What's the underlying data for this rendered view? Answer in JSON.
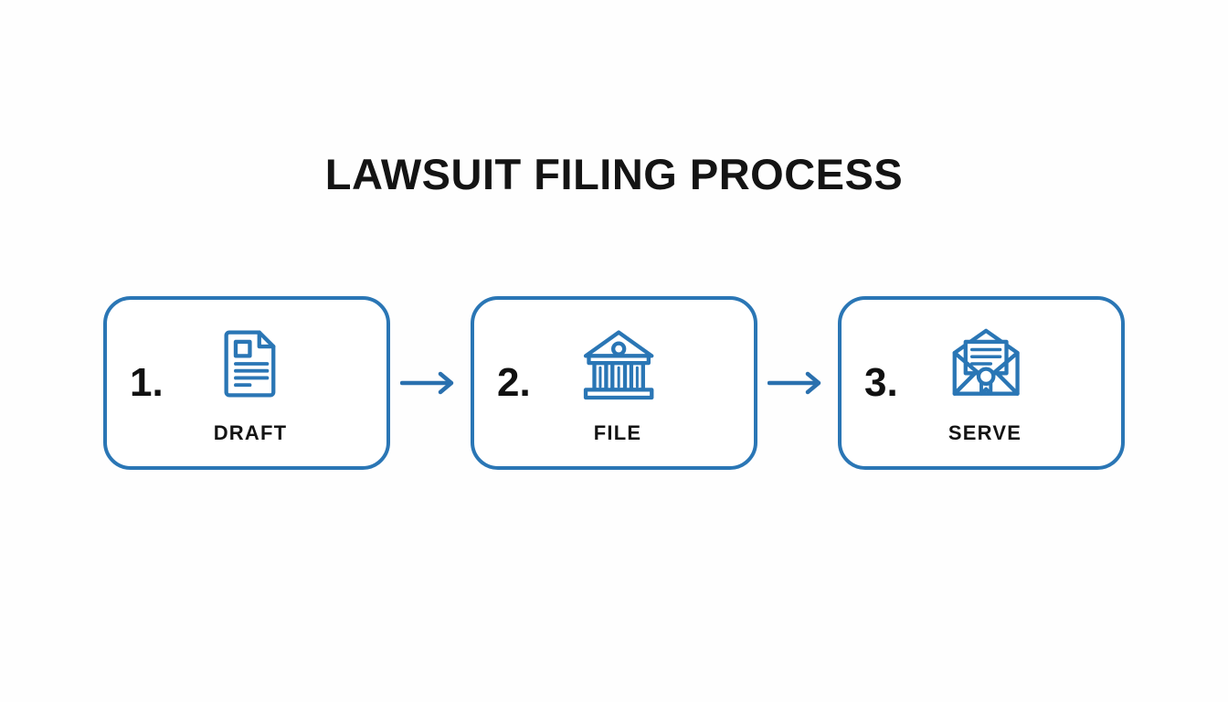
{
  "page": {
    "title": "LAWSUIT FILING PROCESS",
    "background_color": "#fefefe",
    "accent_color": "#2a76b5",
    "text_color": "#141414"
  },
  "diagram": {
    "type": "process-flow",
    "orientation": "horizontal",
    "connector": "arrow-right",
    "steps": [
      {
        "number": "1.",
        "label": "DRAFT",
        "icon": "document-icon"
      },
      {
        "number": "2.",
        "label": "FILE",
        "icon": "courthouse-icon"
      },
      {
        "number": "3.",
        "label": "SERVE",
        "icon": "sealed-envelope-icon"
      }
    ],
    "arrows": [
      {
        "name": "arrow-1-to-2"
      },
      {
        "name": "arrow-2-to-3"
      }
    ]
  }
}
